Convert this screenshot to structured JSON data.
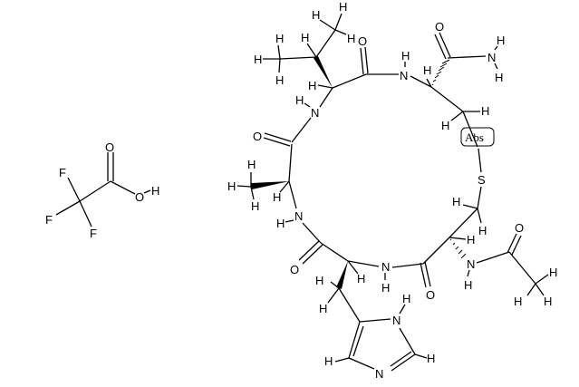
{
  "figure": {
    "type": "chemical-structure",
    "description": "Cyclic peptide (Val-Cys-Cys(Ac)-His-Ala) with disulfide bridge, as trifluoroacetic acid salt"
  },
  "components": [
    {
      "name": "trifluoroacetic-acid",
      "atoms": [
        "F",
        "F",
        "F",
        "O",
        "O",
        "H"
      ]
    },
    {
      "name": "cyclic-peptide",
      "residues": [
        "Val",
        "Cys",
        "Cys",
        "His",
        "Ala"
      ]
    }
  ],
  "labels": {
    "F": "F",
    "O": "O",
    "H": "H",
    "N": "N",
    "S": "S",
    "abs": "Abs"
  }
}
